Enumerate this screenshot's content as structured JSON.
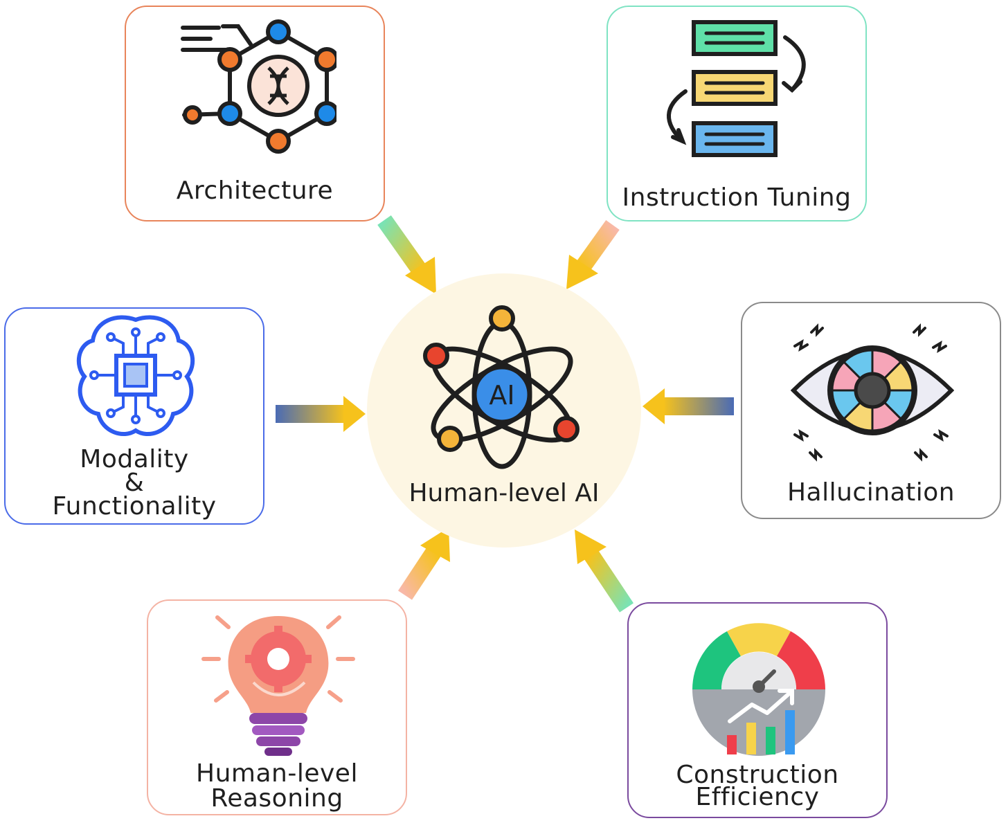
{
  "center": {
    "label": "Human-level AI",
    "badge": "AI"
  },
  "nodes": {
    "architecture": {
      "label": "Architecture",
      "border": "#e8845a"
    },
    "instruction_tuning": {
      "label": "Instruction Tuning",
      "border": "#7fe3c3"
    },
    "modality": {
      "line1": "Modality",
      "line2": "&",
      "line3": "Functionality",
      "border": "#4a6be8"
    },
    "hallucination": {
      "label": "Hallucination",
      "border": "#8a8a8a"
    },
    "reasoning": {
      "line1": "Human-level",
      "line2": "Reasoning",
      "border": "#f4b3a4"
    },
    "efficiency": {
      "line1": "Construction",
      "line2": "Efficiency",
      "border": "#7a4a9e"
    }
  },
  "colors": {
    "arrow_head": "#f6c21c",
    "center_fill": "#fdf6e3"
  }
}
